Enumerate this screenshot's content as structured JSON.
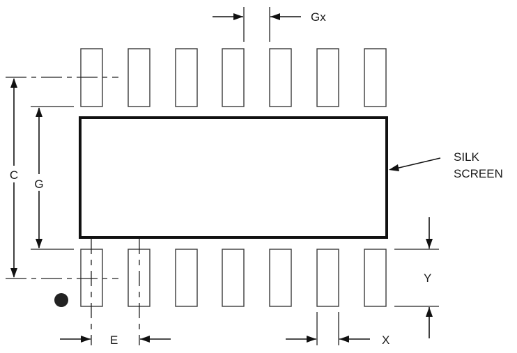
{
  "labels": {
    "gx": "Gx",
    "c": "C",
    "g": "G",
    "y": "Y",
    "e": "E",
    "x": "X",
    "silk_line1": "SILK",
    "silk_line2": "SCREEN"
  },
  "pads": {
    "top_count": 7,
    "bottom_count": 7
  }
}
